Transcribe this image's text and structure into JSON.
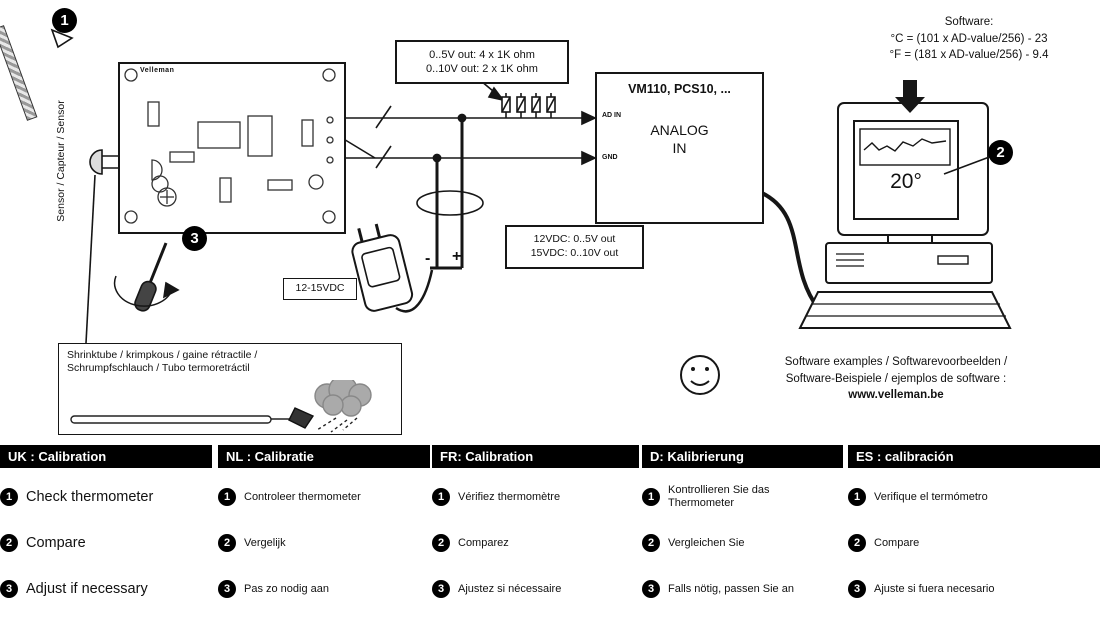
{
  "diagram": {
    "badges": {
      "b1": "1",
      "b2": "2",
      "b3": "3"
    },
    "sensor_vertical_label": "Sensor / Capteur / Sensor",
    "pcb_brand": "Velleman",
    "resistor_box": {
      "line1": "0..5V out: 4 x 1K ohm",
      "line2": "0..10V out: 2 x 1K ohm"
    },
    "module": {
      "title": "VM110, PCS10, ...",
      "port_top": "AD IN",
      "port_bottom": "GND",
      "center_line1": "ANALOG",
      "center_line2": "IN"
    },
    "software": {
      "title": "Software:",
      "formula_c": "°C = (101 x AD-value/256) - 23",
      "formula_f": "°F = (181 x AD-value/256) - 9.4"
    },
    "monitor_reading": "20°",
    "psu_label": "12-15VDC",
    "psu_minus": "-",
    "psu_plus": "+",
    "voltage_box": {
      "line1": "12VDC: 0..5V out",
      "line2": "15VDC: 0..10V out"
    },
    "shrinktube": {
      "line1": "Shrinktube / krimpkous / gaine rétractile /",
      "line2": "Schrumpfschlauch / Tubo termoretráctil"
    },
    "examples": {
      "line1": "Software examples / Softwarevoorbeelden /",
      "line2": "Software-Beispiele / ejemplos de software :",
      "url": "www.velleman.be"
    }
  },
  "calibration": {
    "step_numbers": [
      "1",
      "2",
      "3"
    ],
    "columns": [
      {
        "header": "UK : Calibration",
        "steps": [
          "Check thermometer",
          "Compare",
          "Adjust if necessary"
        ]
      },
      {
        "header": "NL : Calibratie",
        "steps": [
          "Controleer thermometer",
          "Vergelijk",
          "Pas zo nodig aan"
        ]
      },
      {
        "header": "FR: Calibration",
        "steps": [
          "Vérifiez thermomètre",
          "Comparez",
          "Ajustez si nécessaire"
        ]
      },
      {
        "header": "D: Kalibrierung",
        "steps": [
          "Kontrollieren Sie das Thermometer",
          "Vergleichen Sie",
          "Falls nötig, passen Sie an"
        ]
      },
      {
        "header": "ES : calibración",
        "steps": [
          "Verifique el termómetro",
          "Compare",
          "Ajuste si fuera necesario"
        ]
      }
    ]
  }
}
